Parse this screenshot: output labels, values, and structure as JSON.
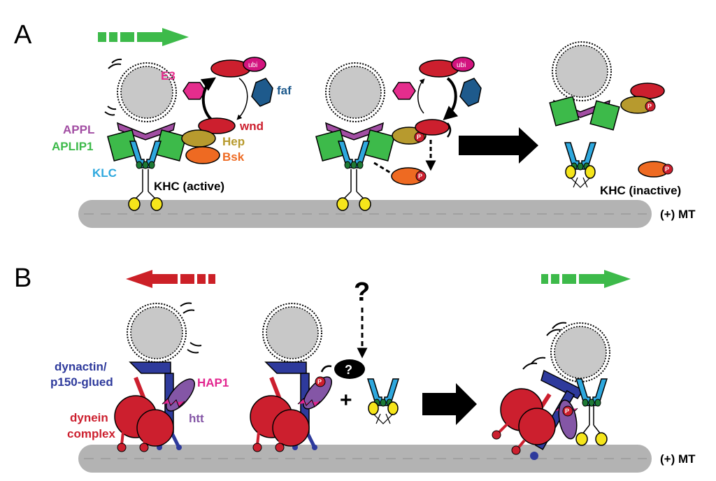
{
  "panels": {
    "a": {
      "letter": "A"
    },
    "b": {
      "letter": "B"
    }
  },
  "labels": {
    "e3": "E3",
    "faf": "faf",
    "wnd": "wnd",
    "ubi": "ubi",
    "appl": "APPL",
    "aplip1": "APLIP1",
    "hep": "Hep",
    "bsk": "Bsk",
    "klc": "KLC",
    "khc_active": "KHC (active)",
    "khc_inactive": "KHC (inactive)",
    "mt": "(+) MT",
    "phospho": "P",
    "dynactin_line1": "dynactin/",
    "dynactin_line2": "p150-glued",
    "hap1": "HAP1",
    "htt": "htt",
    "dynein_line1": "dynein",
    "dynein_line2": "complex",
    "unknown": "?",
    "plus": "+"
  },
  "colors": {
    "green_arrow": "#3dba4a",
    "red_arrow": "#cc2027",
    "microtubule": "#b3b3b3",
    "vesicle": "#c8c8c8",
    "appl": "#a24ea3",
    "aplip1": "#3dba4a",
    "klc": "#2ea8de",
    "khc_foot": "#f5e51b",
    "wnd": "#cc1f2e",
    "ubi": "#d3147f",
    "e3": "#e52d8d",
    "faf": "#1e5a8c",
    "hep": "#b79a2e",
    "bsk": "#ee6a22",
    "dynactin": "#2e3a9c",
    "hap1": "#e2258f",
    "htt": "#8456a6",
    "dynein": "#cc1f2e"
  }
}
